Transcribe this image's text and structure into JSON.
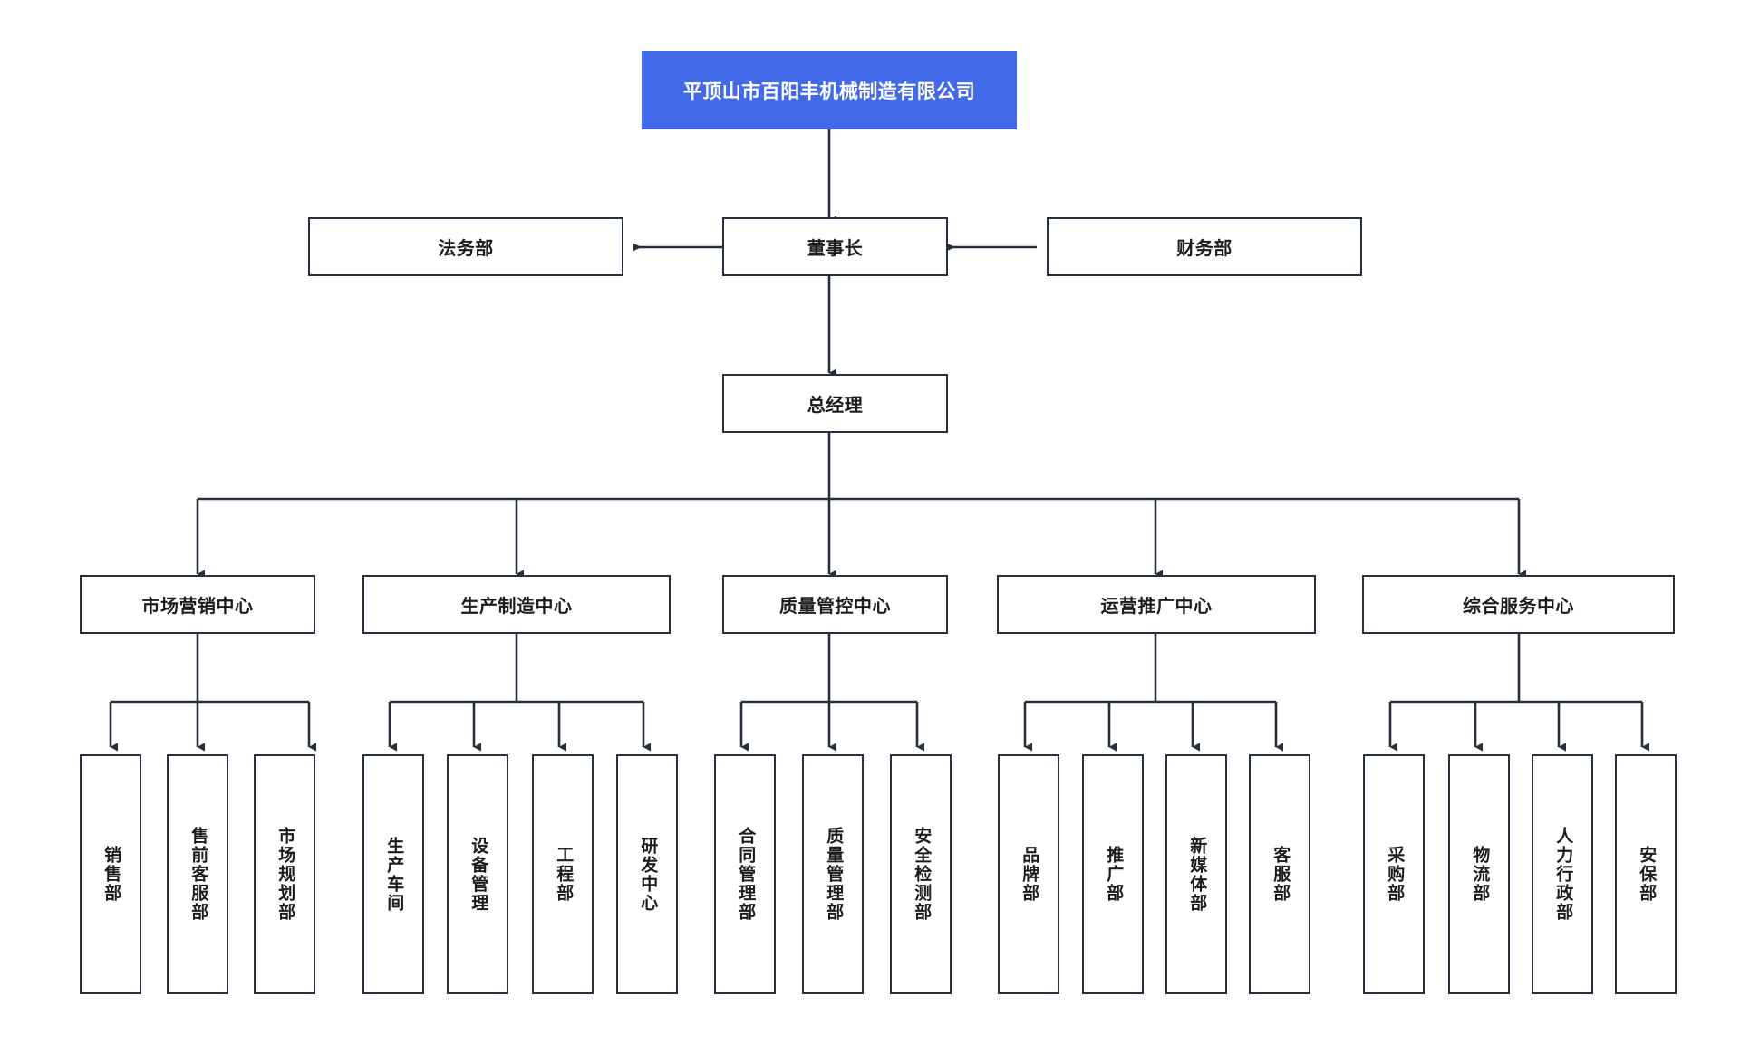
{
  "chart_data": {
    "type": "diagram",
    "title": "平顶山市百阳丰机械制造有限公司",
    "diagram_kind": "organization-chart",
    "orientation": "top-down",
    "accent_color": "#4169e8",
    "line_color": "#26303c",
    "background": "#ffffff"
  },
  "root": {
    "label": "平顶山市百阳丰机械制造有限公司"
  },
  "executive": {
    "legal": "法务部",
    "chairman": "董事长",
    "finance": "财务部",
    "general_manager": "总经理"
  },
  "centers": [
    {
      "label": "市场营销中心",
      "children": [
        "销售部",
        "售前客服部",
        "市场规划部"
      ]
    },
    {
      "label": "生产制造中心",
      "children": [
        "生产车间",
        "设备管理",
        "工程部",
        "研发中心"
      ]
    },
    {
      "label": "质量管控中心",
      "children": [
        "合同管理部",
        "质量管理部",
        "安全检测部"
      ]
    },
    {
      "label": "运营推广中心",
      "children": [
        "品牌部",
        "推广部",
        "新媒体部",
        "客服部"
      ]
    },
    {
      "label": "综合服务中心",
      "children": [
        "采购部",
        "物流部",
        "人力行政部",
        "安保部"
      ]
    }
  ]
}
